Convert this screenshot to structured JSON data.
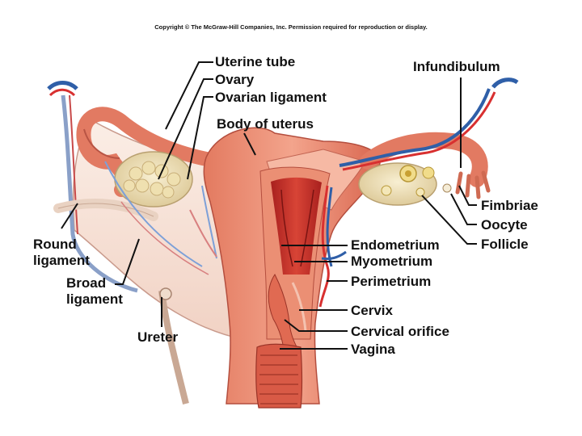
{
  "copyright": "Copyright © The McGraw-Hill Companies, Inc. Permission required for reproduction or display.",
  "labels": {
    "uterine_tube": "Uterine tube",
    "ovary": "Ovary",
    "ovarian_ligament": "Ovarian ligament",
    "body_of_uterus": "Body of uterus",
    "infundibulum": "Infundibulum",
    "fimbriae": "Fimbriae",
    "oocyte": "Oocyte",
    "follicle": "Follicle",
    "round_ligament": "Round\nligament",
    "broad_ligament": "Broad\nligament",
    "ureter": "Ureter",
    "endometrium": "Endometrium",
    "myometrium": "Myometrium",
    "perimetrium": "Perimetrium",
    "cervix": "Cervix",
    "cervical_orifice": "Cervical orifice",
    "vagina": "Vagina"
  },
  "colors": {
    "muscle": "#e8806a",
    "muscle_dark": "#c85040",
    "endometrium": "#c8302a",
    "ligament": "#f6e3d8",
    "ovary": "#efe2b8",
    "artery": "#d83030",
    "vein": "#2f5fa8",
    "label_text": "#111111"
  }
}
